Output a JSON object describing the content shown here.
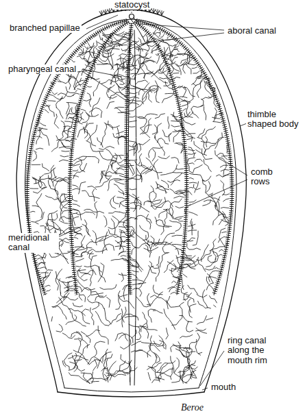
{
  "diagram": {
    "caption": "Beroe",
    "labels": [
      "statocyst",
      "branched papillae",
      "aboral canal",
      "pharyngeal canal",
      "thimble shaped body",
      "comb rows",
      "meridional canal",
      "ring canal along the mouth rim",
      "mouth"
    ]
  }
}
